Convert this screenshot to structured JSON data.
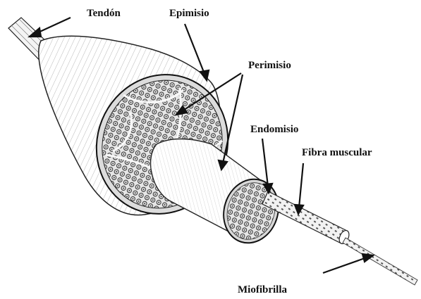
{
  "diagram": {
    "labels": {
      "tendon": "Tendón",
      "epimisio": "Epimisio",
      "perimisio": "Perimisio",
      "endomisio": "Endomisio",
      "fibra_muscular": "Fibra muscular",
      "miofibrilla": "Miofibrilla"
    },
    "colors": {
      "ink": "#111111",
      "paper": "#ffffff"
    }
  }
}
